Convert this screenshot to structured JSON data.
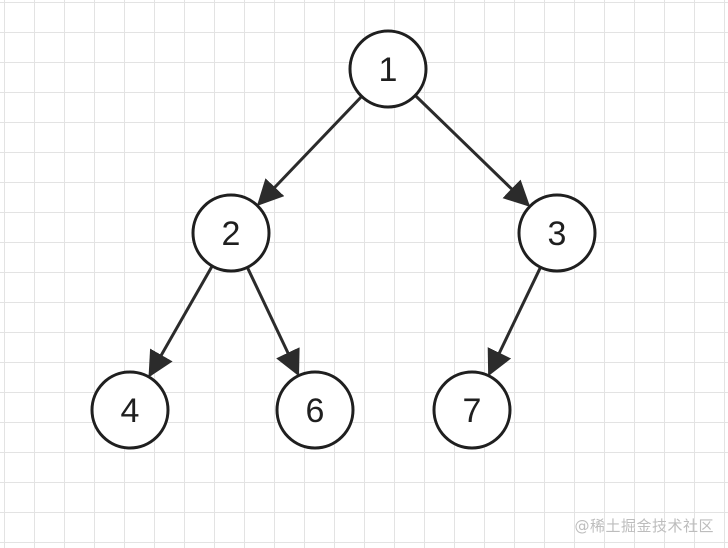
{
  "tree": {
    "nodes": [
      {
        "id": "n1",
        "label": "1"
      },
      {
        "id": "n2",
        "label": "2"
      },
      {
        "id": "n3",
        "label": "3"
      },
      {
        "id": "n4",
        "label": "4"
      },
      {
        "id": "n6",
        "label": "6"
      },
      {
        "id": "n7",
        "label": "7"
      }
    ],
    "edges": [
      {
        "from": "n1",
        "to": "n2"
      },
      {
        "from": "n1",
        "to": "n3"
      },
      {
        "from": "n2",
        "to": "n4"
      },
      {
        "from": "n2",
        "to": "n6"
      },
      {
        "from": "n3",
        "to": "n7"
      }
    ]
  },
  "watermark": "@稀土掘金技术社区"
}
